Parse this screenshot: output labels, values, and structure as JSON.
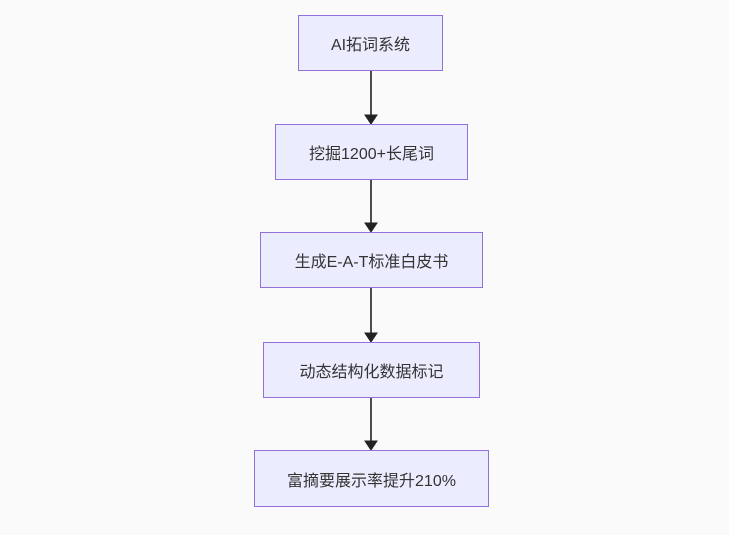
{
  "page": {
    "background_color": "#fafafa"
  },
  "flowchart": {
    "type": "flowchart",
    "direction": "top-down",
    "node_style": {
      "fill": "#ececff",
      "border_color": "#9370db",
      "text_color": "#333333"
    },
    "edge_style": {
      "line_color": "#4d4d4d",
      "arrowhead_color": "#222222"
    },
    "nodes": [
      {
        "label": "AI拓词系统"
      },
      {
        "label": "挖掘1200+长尾词"
      },
      {
        "label": "生成E-A-T标准白皮书"
      },
      {
        "label": "动态结构化数据标记"
      },
      {
        "label": "富摘要展示率提升210%"
      }
    ],
    "edges": [
      {
        "from": 0,
        "to": 1
      },
      {
        "from": 1,
        "to": 2
      },
      {
        "from": 2,
        "to": 3
      },
      {
        "from": 3,
        "to": 4
      }
    ]
  }
}
